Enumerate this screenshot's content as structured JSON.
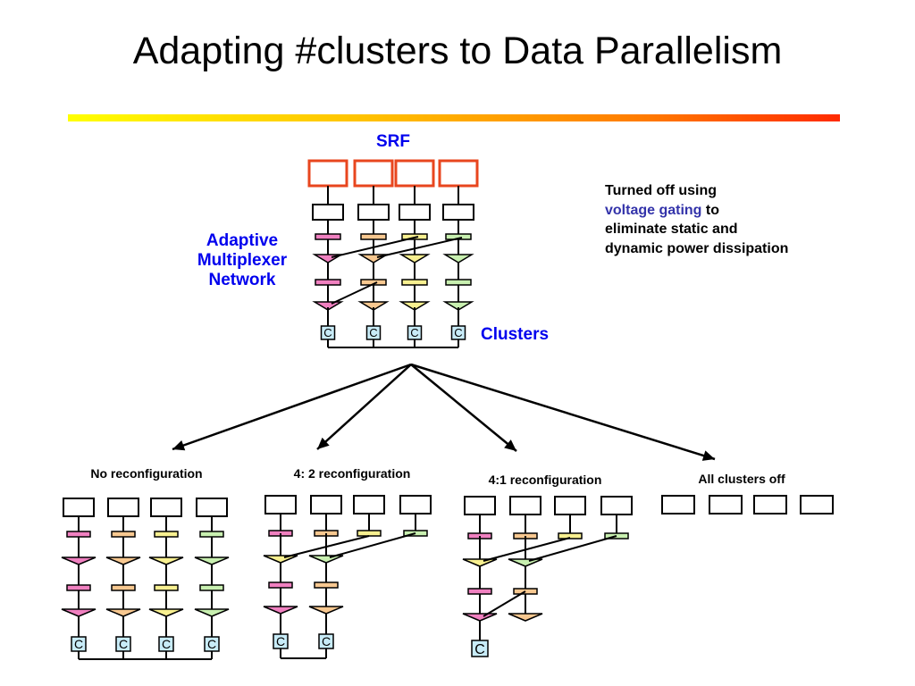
{
  "title": "Adapting #clusters to Data Parallelism",
  "labels": {
    "srf": "SRF",
    "network_line1": "Adaptive",
    "network_line2": "Multiplexer",
    "network_line3": "Network",
    "clusters": "Clusters",
    "cluster_glyph": "C"
  },
  "note": {
    "line1": "Turned off using",
    "highlight": "voltage gating",
    "line2_rest": " to",
    "line3": "eliminate static and",
    "line4": "dynamic power dissipation"
  },
  "captions": [
    "No reconfiguration",
    "4: 2 reconfiguration",
    "4:1 reconfiguration",
    "All clusters off"
  ],
  "colors": {
    "srf_border": "#e8461e",
    "lane_pink": "#f080c0",
    "lane_orange": "#f8c890",
    "lane_yellow": "#f8f090",
    "lane_green": "#c8f0b0",
    "cluster_fill": "#c8ecf8",
    "note_highlight": "#3333aa",
    "label_blue": "#0000ee"
  }
}
